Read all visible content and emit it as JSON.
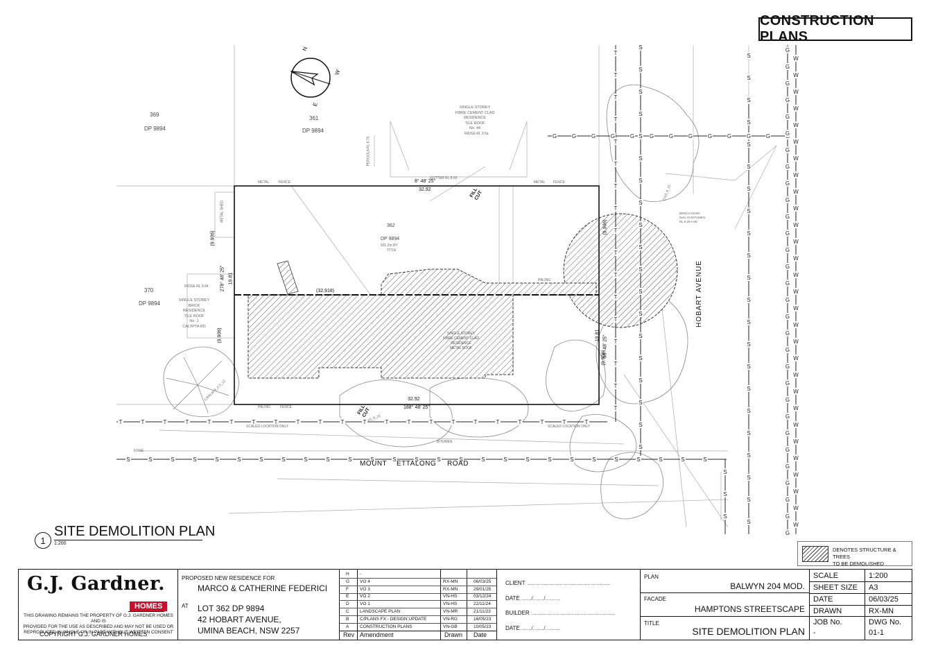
{
  "header": {
    "title": "CONSTRUCTION PLANS"
  },
  "drawing": {
    "title": "SITE DEMOLITION PLAN",
    "number": "1",
    "scale": "1:200",
    "roads": {
      "south": [
        "MOUNT",
        "ETTALONG",
        "ROAD"
      ],
      "east": "HOBART AVENUE"
    },
    "lots": [
      {
        "lot": "369",
        "dp": "DP 9894"
      },
      {
        "lot": "361",
        "dp": "DP 9894"
      },
      {
        "lot": "370",
        "dp": "DP 9894"
      }
    ],
    "subject_lot": {
      "lot": "362",
      "dp": "DP 9894",
      "area": "601.2m BY",
      "title": "TITLE"
    },
    "dimensions": {
      "north_bearing": "8° 48' 25\"",
      "north_len": "32.92",
      "south_bearing": "188° 48' 25\"",
      "south_len": "32.92",
      "west_bearing": "278° 48' 25\"",
      "west_len": "19.81",
      "east_bearing": "98° 48' 25\"",
      "east_len": "19.81",
      "west_easement": "(9.906)",
      "west_easement2": "(9.906)",
      "east_easement": "(9.906)",
      "east_easement2": "(9.906)",
      "internal": "(32.918)"
    },
    "labels": {
      "fill_cut": [
        "FILL",
        "CUT"
      ],
      "metal_fence": "METAL",
      "fence": "FENCE",
      "paling_fence": "PALING",
      "edge": "EDGE",
      "bitumen": "BITUMEN",
      "scaled_location_only": "SCALED LOCATION ONLY",
      "metal_shed": "METAL SHED",
      "neighbour_44": [
        "SINGLE STOREY",
        "FIBRE CEMENT CLAD",
        "RESIDENCE",
        "TILE ROOF",
        "No. 44"
      ],
      "neighbour_1": [
        "SINGLE STOREY",
        "BRICK",
        "RESIDENCE",
        "TILE ROOF",
        "No. 1",
        "CALYPTA RD"
      ],
      "ridge_44": "RIDGE RL 9.5a",
      "ridge_1": "RIDGE RL 9.64",
      "gutter": "GUTTER RL 8.03",
      "pergola": "PERGOLA RL 8.75",
      "existing_dwelling": [
        "SINGLE STOREY",
        "FIBRE CEMENT CLAD",
        "RESIDENCE",
        "METAL ROOF"
      ],
      "palm": "C/PALM 8_0.3_12",
      "tree_east": "C/10_0_15",
      "tree_south": "10_0_15",
      "bench": [
        "BENCH MARK",
        "NAIL IN BITUMEN",
        "RL 6.29 AHD"
      ]
    },
    "legend": {
      "text": [
        "DENOTES STRUCTURE & TREES",
        "TO BE DEMOLISHED"
      ]
    },
    "north_arrow": {
      "letters": [
        "N",
        "W",
        "E"
      ]
    }
  },
  "title_block": {
    "company": "G.J. Gardner.",
    "homes": "HOMES",
    "disclaimer": [
      "THIS DRAWING REMAINS THE PROPERTY OF G.J. GARDNER HOMES AND IS",
      "PROVIDED FOR THE USE AS DESCRIBED AND MAY NOT BE USED OR",
      "REPRODUCED IN WHOLE OR IN PART WITHOUT WRITTEN CONSENT"
    ],
    "copyright": "COPYRIGHT G.J. GARDNER HOMES",
    "proposed_label": "PROPOSED NEW RESIDENCE FOR",
    "client_names": "MARCO & CATHERINE FEDERICI",
    "at_label": "AT",
    "address": [
      "LOT 362 DP 9894",
      "42 HOBART AVENUE,",
      "UMINA BEACH, NSW 2257"
    ],
    "amendments": [
      {
        "rev": "H",
        "text": "-",
        "drawn": "",
        "date": ""
      },
      {
        "rev": "G",
        "text": "VO 4",
        "drawn": "RX-MN",
        "date": "06/03/25"
      },
      {
        "rev": "F",
        "text": "VO 3",
        "drawn": "RX-MN",
        "date": "29/01/25"
      },
      {
        "rev": "E",
        "text": "VO 2",
        "drawn": "VN-HS",
        "date": "03/12/24"
      },
      {
        "rev": "D",
        "text": "VO 1",
        "drawn": "VN-HS",
        "date": "22/11/24"
      },
      {
        "rev": "C",
        "text": "LANDSCAPE PLAN",
        "drawn": "VN-MR",
        "date": "21/11/23"
      },
      {
        "rev": "B",
        "text": "C/PLANS FX - DESIGN UPDATE",
        "drawn": "VN-RG",
        "date": "16/05/23"
      },
      {
        "rev": "A",
        "text": "CONSTRUCTION PLANS",
        "drawn": "VN-GB",
        "date": "10/05/23"
      }
    ],
    "amend_headers": {
      "rev": "Rev",
      "amendment": "Amendment",
      "drawn": "Drawn",
      "date": "Date"
    },
    "client": {
      "client_label": "CLIENT",
      "date_label": "DATE",
      "builder_label": "BUILDER",
      "date2_label": "DATE",
      "dots": "......................................................",
      "date_blank": "......./......./.........."
    },
    "plan_label": "PLAN",
    "plan_value": "BALWYN 204 MOD.",
    "facade_label": "FACADE",
    "facade_value": "HAMPTONS STREETSCAPE",
    "title_label": "TITLE",
    "title_value": "SITE DEMOLITION PLAN",
    "scale_label": "SCALE",
    "scale_value": "1:200",
    "sheet_label": "SHEET SIZE",
    "sheet_value": "A3",
    "date_label": "DATE",
    "date_value": "06/03/25",
    "drawn_label": "DRAWN",
    "drawn_value": "RX-MN",
    "job_label": "JOB No.",
    "job_value": "-",
    "dwg_label": "DWG No.",
    "dwg_value": "01-1"
  }
}
